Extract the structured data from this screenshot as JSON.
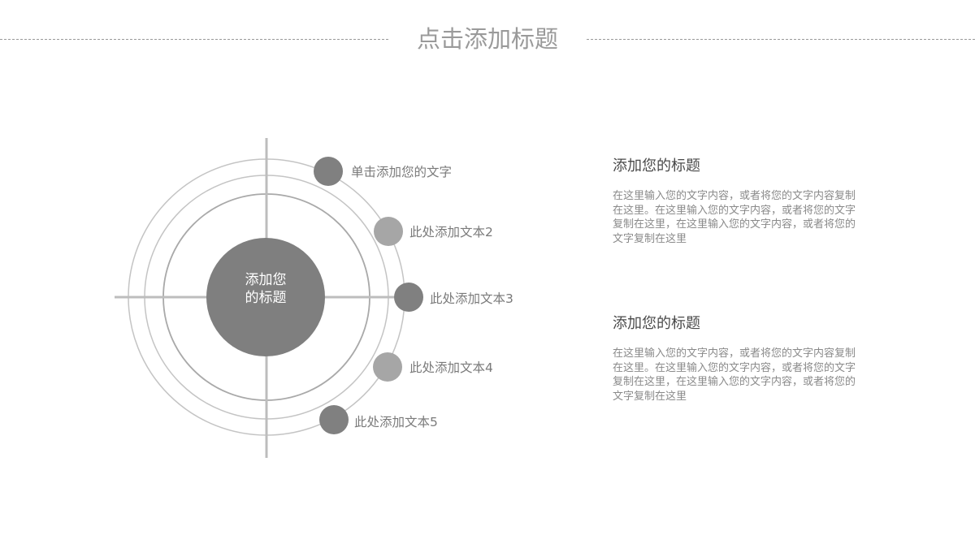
{
  "header": {
    "title": "点击添加标题"
  },
  "diagram": {
    "center_title": "添加您\n的标题",
    "nodes": [
      {
        "label": "单击添加您的文字",
        "shade": "dark"
      },
      {
        "label": "此处添加文本2",
        "shade": "light"
      },
      {
        "label": "此处添加文本3",
        "shade": "dark"
      },
      {
        "label": "此处添加文本4",
        "shade": "light"
      },
      {
        "label": "此处添加文本5",
        "shade": "dark"
      }
    ]
  },
  "blocks": [
    {
      "title": "添加您的标题",
      "body": "在这里输入您的文字内容，或者将您的文字内容复制在这里。在这里输入您的文字内容，或者将您的文字复制在这里，在这里输入您的文字内容，或者将您的文字复制在这里"
    },
    {
      "title": "添加您的标题",
      "body": "在这里输入您的文字内容，或者将您的文字内容复制在这里。在这里输入您的文字内容，或者将您的文字复制在这里，在这里输入您的文字内容，或者将您的文字复制在这里"
    }
  ],
  "colors": {
    "dark_node": "#808080",
    "light_node": "#a6a6a6",
    "ring": "#c4c4c4",
    "inner_ring": "#a9a9a9",
    "axis": "#bdbdbd",
    "center": "#7f7f7f"
  }
}
